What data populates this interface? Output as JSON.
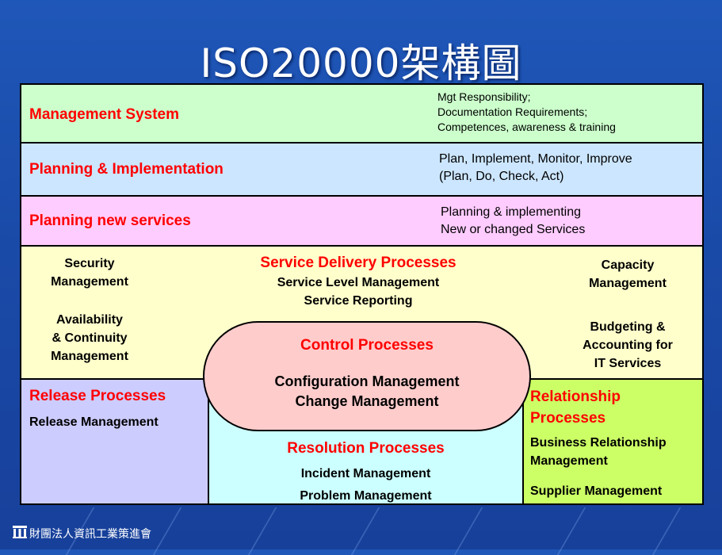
{
  "title": "ISO20000架構圖",
  "bands": [
    {
      "label": "Management System",
      "desc": [
        "Mgt Responsibility;",
        "Documentation Requirements;",
        "Competences, awareness & training"
      ]
    },
    {
      "label": "Planning & Implementation",
      "desc": [
        "Plan, Implement, Monitor, Improve",
        "(Plan, Do, Check, Act)"
      ]
    },
    {
      "label": "Planning new services",
      "desc": [
        "Planning & implementing",
        "New or changed Services"
      ]
    }
  ],
  "security": [
    "Security",
    "Management"
  ],
  "availability": [
    "Availability",
    "& Continuity",
    "Management"
  ],
  "service_delivery": {
    "heading": "Service Delivery Processes",
    "items": [
      "Service Level Management",
      "Service Reporting"
    ]
  },
  "capacity": [
    "Capacity",
    "Management"
  ],
  "budgeting": [
    "Budgeting &",
    "Accounting for",
    "IT Services"
  ],
  "control": {
    "heading": "Control Processes",
    "items": [
      "Configuration Management",
      "Change Management"
    ]
  },
  "release": {
    "heading": "Release Processes",
    "items": [
      "Release Management"
    ]
  },
  "resolution": {
    "heading": "Resolution Processes",
    "items": [
      "Incident Management",
      "Problem Management"
    ]
  },
  "relationship": {
    "heading": [
      "Relationship",
      "Processes"
    ],
    "items": [
      "Business Relationship",
      "Management",
      "Supplier Management"
    ]
  },
  "footer": "財團法人資訊工業策進會",
  "colors": {
    "mgmt": "#ccffcc",
    "planimpl": "#cce6ff",
    "newsvc": "#ffccff",
    "delivery": "#ffffcc",
    "release": "#ccccff",
    "resolution": "#ccffff",
    "relationship": "#ccff66",
    "control": "#ffcccc",
    "accent": "#ff0000"
  }
}
